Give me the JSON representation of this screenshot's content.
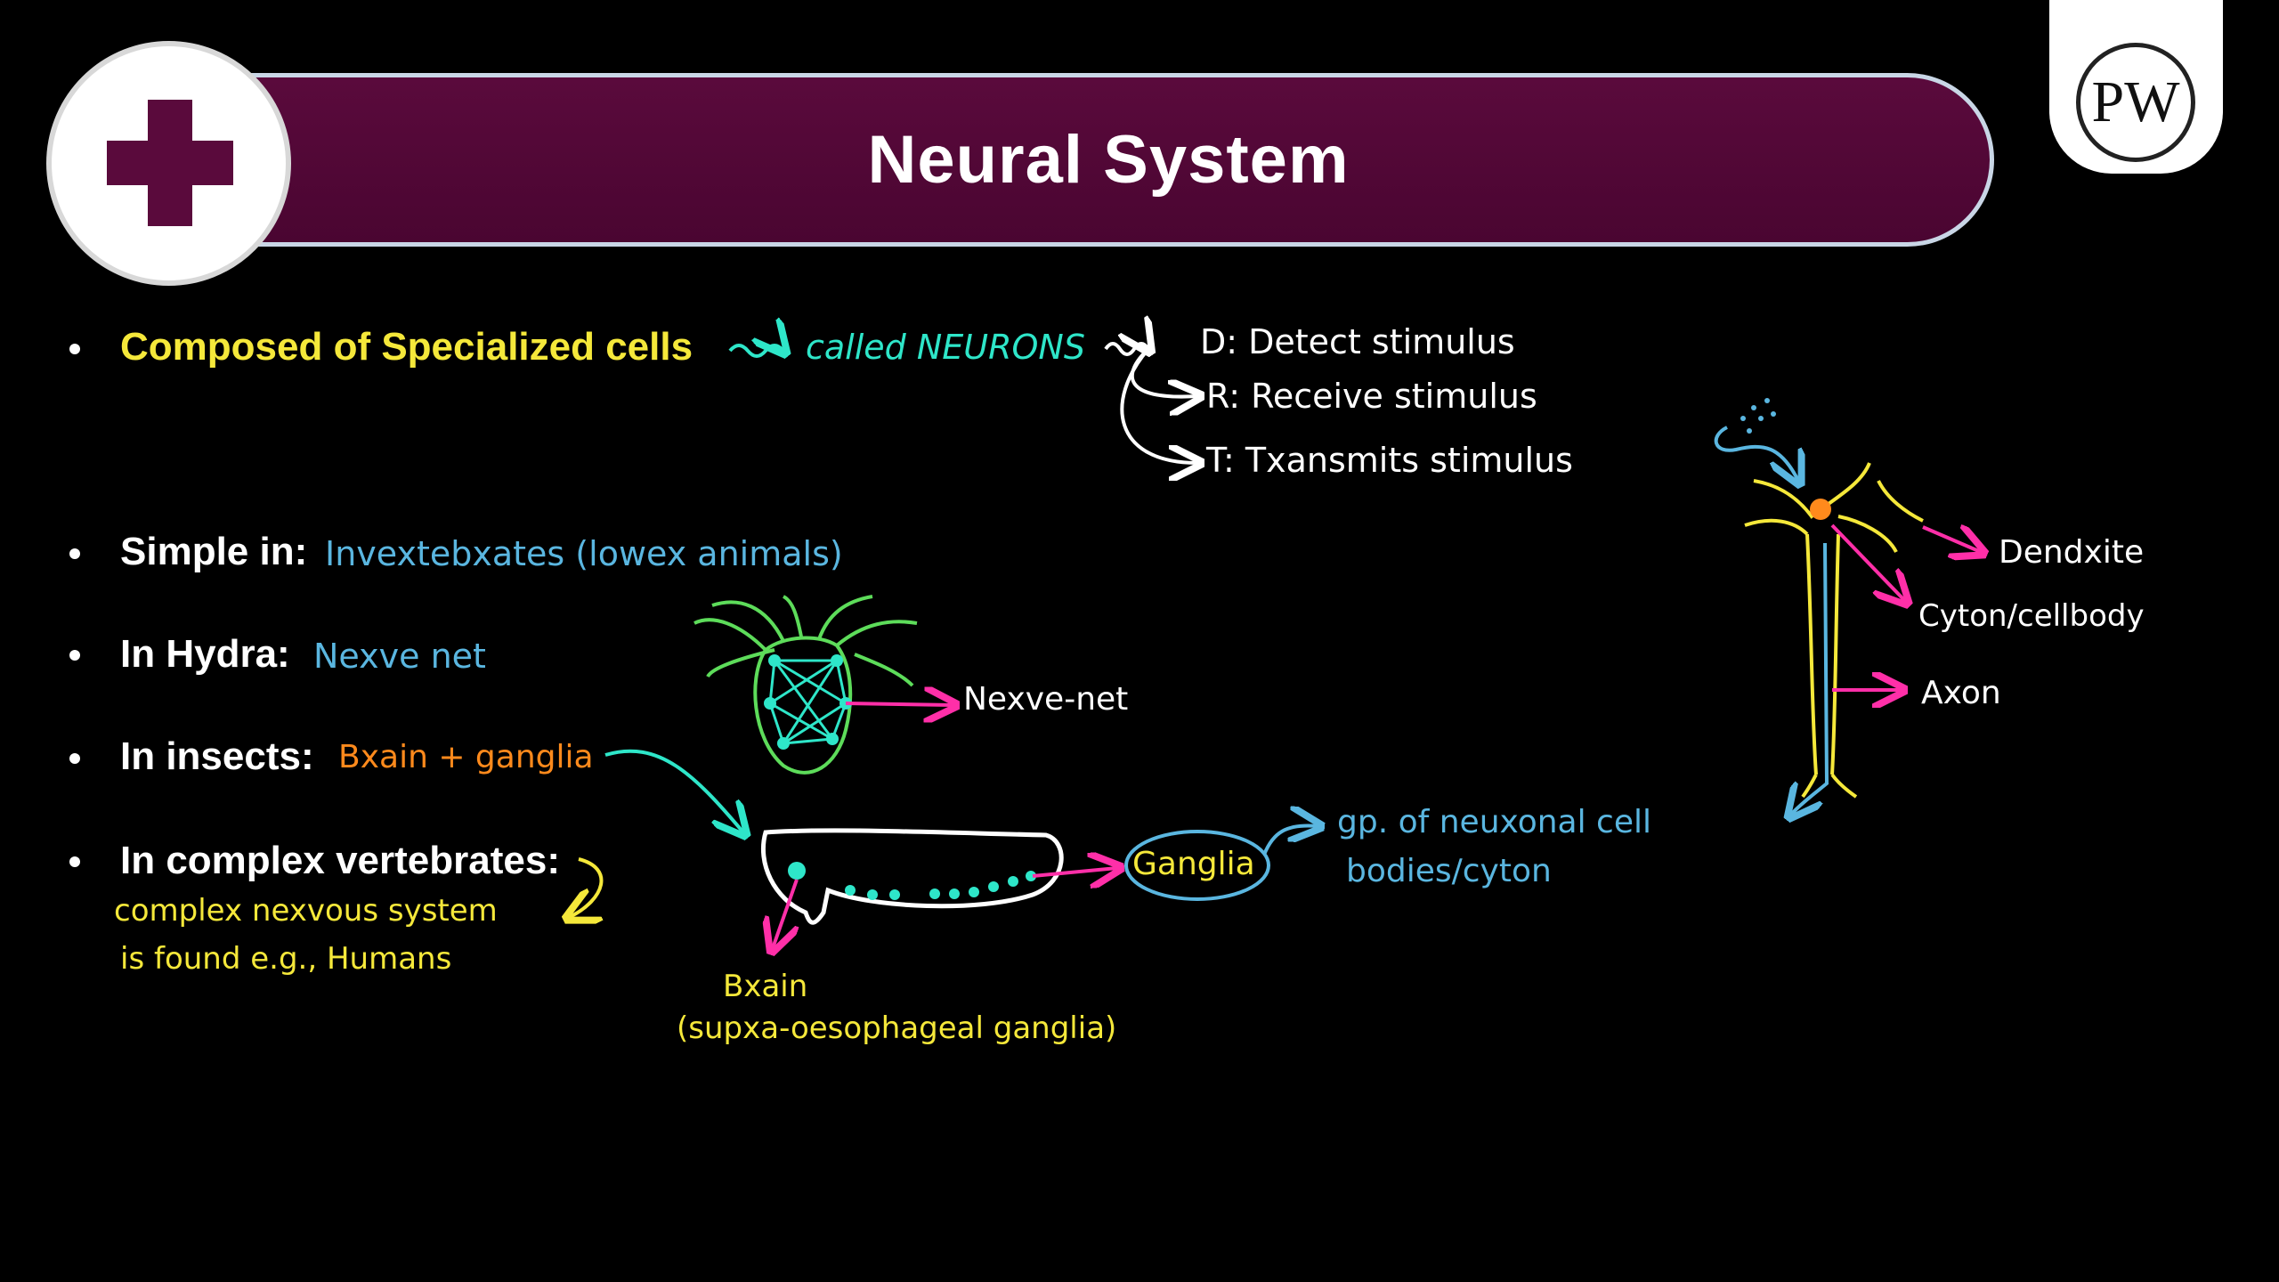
{
  "title": "Neural System",
  "logo": {
    "text": "PW"
  },
  "header_icon": "plus-icon",
  "points": {
    "p1": {
      "label": "Composed of Specialized cells",
      "note": "called NEURONS"
    },
    "p2": {
      "label": "Simple in:",
      "note": "Invextebxates (lowex animals)"
    },
    "p3": {
      "label": "In Hydra:",
      "note": "Nexve net"
    },
    "p4": {
      "label": "In insects:",
      "note": "Bxain + ganglia"
    },
    "p5": {
      "label": "In complex vertebrates:",
      "note_line1": "complex nexvous system",
      "note_line2": "is found e.g., Humans"
    }
  },
  "neuron_functions": {
    "d": "D: Detect stimulus",
    "r": "R: Receive stimulus",
    "t": "T: Txansmits stimulus"
  },
  "hydra_label": "Nexve-net",
  "insect": {
    "ganglia_label": "Ganglia",
    "ganglia_note_line1": "gp. of neuxonal cell",
    "ganglia_note_line2": "bodies/cyton",
    "brain_label": "Bxain",
    "brain_note": "(supxa-oesophageal ganglia)"
  },
  "neuron_diagram": {
    "dendrite": "Dendxite",
    "cyton": "Cyton/cellbody",
    "axon": "Axon"
  },
  "colors": {
    "banner": "#5a0a3c",
    "yellow": "#f5e83a",
    "cyan": "#2ee6c9",
    "blue": "#5ab6e0",
    "orange": "#ff8a1c",
    "pink": "#ff2fa8",
    "green": "#5ddc5a"
  }
}
